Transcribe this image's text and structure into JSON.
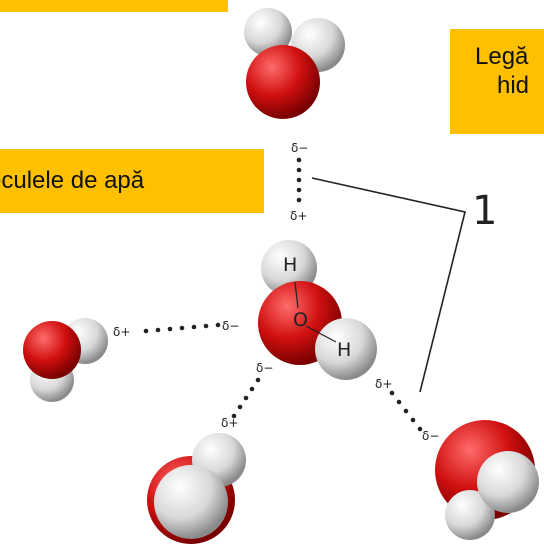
{
  "callouts": {
    "top": "",
    "molecules": "eculele de apă",
    "hbond_line1": "Legă",
    "hbond_line2": "hid"
  },
  "labels": {
    "number": "1",
    "h": "H",
    "o": "O",
    "delta_minus": "δ−",
    "delta_plus": "δ+"
  },
  "colors": {
    "callout_bg": "#ffc000",
    "oxygen": "#cc1111",
    "hydrogen": "#e8e8e8",
    "bond_dots": "#222222"
  }
}
